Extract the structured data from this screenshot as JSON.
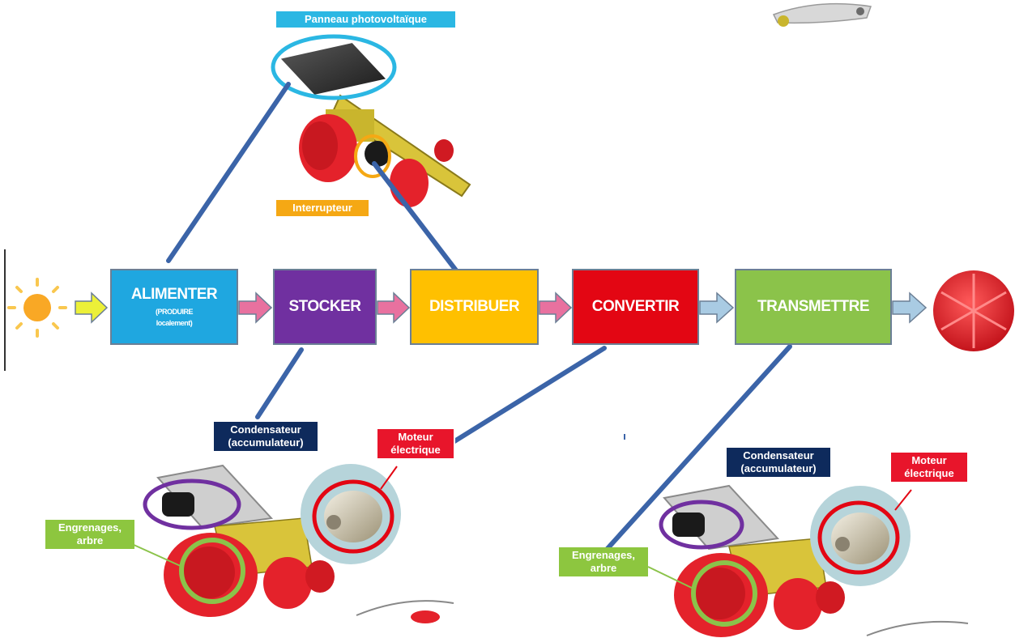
{
  "blocks": {
    "alimenter": {
      "label": "ALIMENTER",
      "sub1": "(PRODUIRE",
      "sub2": "localement)",
      "color": "#1fa7e0"
    },
    "stocker": {
      "label": "STOCKER",
      "color": "#7030a0"
    },
    "distribuer": {
      "label": "DISTRIBUER",
      "color": "#ffc000"
    },
    "convertir": {
      "label": "CONVERTIR",
      "color": "#e30613"
    },
    "transmettre": {
      "label": "TRANSMETTRE",
      "color": "#8bc34a"
    }
  },
  "labels": {
    "panneau": "Panneau photovoltaïque",
    "interrupteur": "Interrupteur",
    "condensateur_1_line1": "Condensateur",
    "condensateur_1_line2": "(accumulateur)",
    "moteur_1_line1": "Moteur",
    "moteur_1_line2": "électrique",
    "engrenages_1_line1": "Engrenages,",
    "engrenages_1_line2": "arbre",
    "condensateur_2_line1": "Condensateur",
    "condensateur_2_line2": "(accumulateur)",
    "moteur_2_line1": "Moteur",
    "moteur_2_line2": "électrique",
    "engrenages_2_line1": "Engrenages,",
    "engrenages_2_line2": "arbre"
  },
  "colors": {
    "connector": "#3b64a8",
    "arrow_energy": "#e8719f",
    "arrow_light": "#ecf038",
    "arrow_motion": "#a9cbe3",
    "car_red": "#e4222b",
    "car_yellow": "#d9c43a",
    "sun": "#f9a825"
  }
}
